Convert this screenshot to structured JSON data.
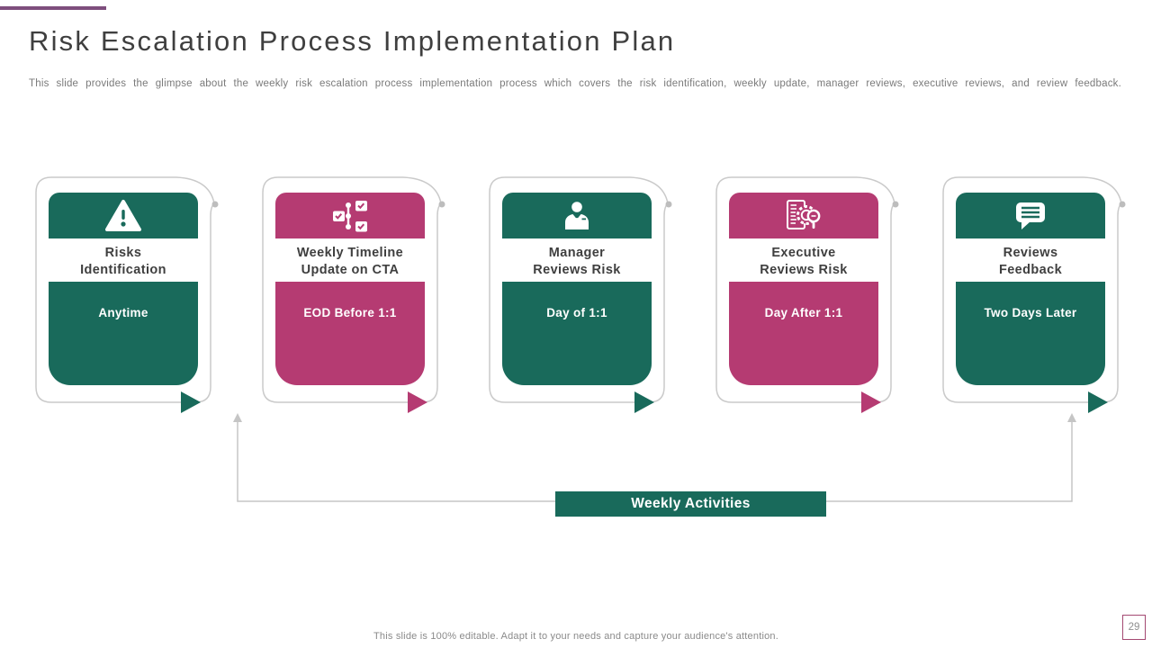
{
  "slide": {
    "title": "Risk Escalation Process Implementation Plan",
    "subtitle": "This slide provides the glimpse about the weekly risk escalation process implementation process which covers the risk identification, weekly update, manager reviews, executive reviews, and review feedback.",
    "footer": "This slide is 100% editable. Adapt it to your needs and capture your audience's attention.",
    "page_number": "29"
  },
  "colors": {
    "teal": "#196A5B",
    "pink": "#B53B72",
    "outline_gray": "#CACACA",
    "bracket_gray": "#C5C5C5",
    "accent_purple": "#7E4E7D",
    "title_text": "#3F3F3F",
    "body_text_gray": "#7A7A7A"
  },
  "steps": [
    {
      "title_line1": "Risks",
      "title_line2": "Identification",
      "timing": "Anytime",
      "color": "teal",
      "icon": "warning-triangle-icon"
    },
    {
      "title_line1": "Weekly Timeline",
      "title_line2": "Update on CTA",
      "timing": "EOD Before 1:1",
      "color": "pink",
      "icon": "timeline-checklist-icon"
    },
    {
      "title_line1": "Manager",
      "title_line2": "Reviews Risk",
      "timing": "Day of 1:1",
      "color": "teal",
      "icon": "manager-person-icon"
    },
    {
      "title_line1": "Executive",
      "title_line2": "Reviews Risk",
      "timing": "Day After 1:1",
      "color": "pink",
      "icon": "document-gear-magnifier-icon"
    },
    {
      "title_line1": "Reviews",
      "title_line2": "Feedback",
      "timing": "Two Days Later",
      "color": "teal",
      "icon": "speech-bubble-icon"
    }
  ],
  "bracket": {
    "label": "Weekly Activities"
  }
}
